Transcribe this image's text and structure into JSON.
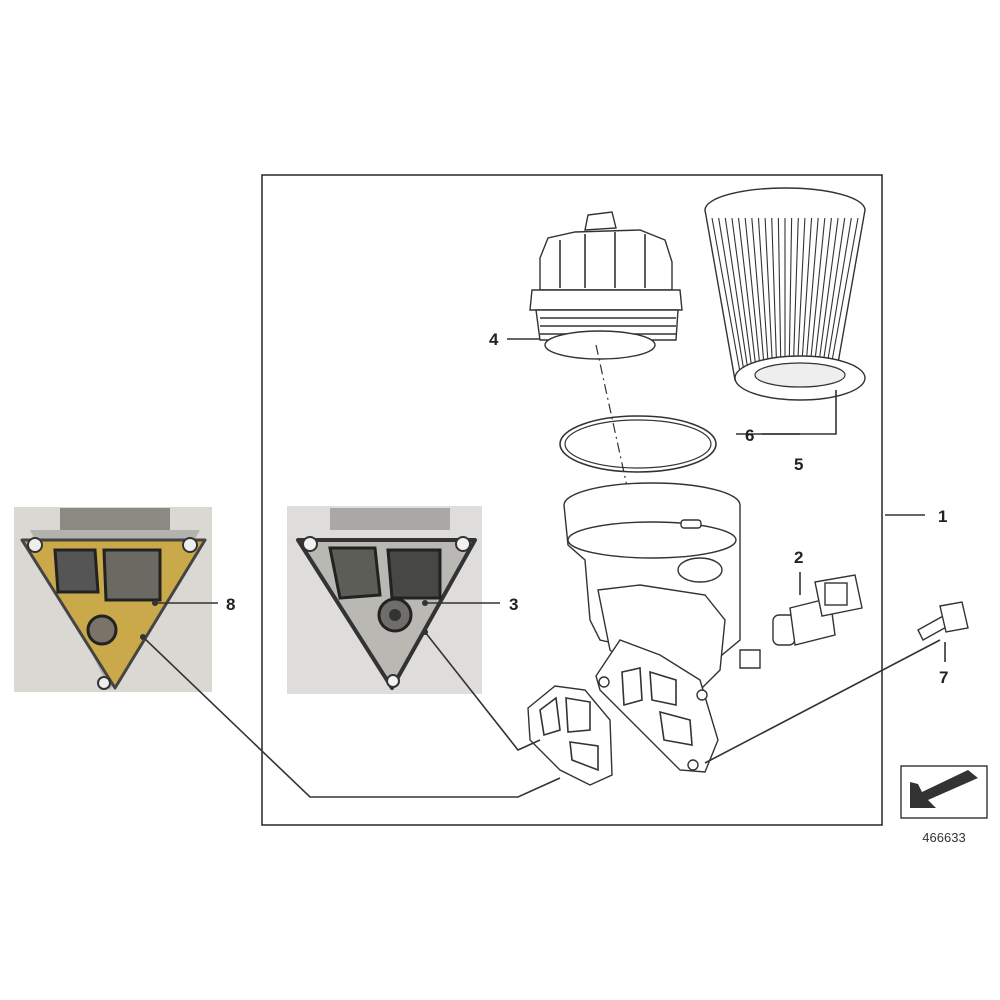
{
  "callouts": {
    "c1": "1",
    "c2": "2",
    "c3": "3",
    "c4": "4",
    "c5": "5",
    "c6": "6",
    "c7": "7",
    "c8": "8"
  },
  "diagram_ref": "466633",
  "icons": [
    "oil-filter-cap-icon",
    "oil-filter-element-icon",
    "o-ring-icon",
    "oil-filter-housing-icon",
    "oil-pressure-sensor-icon",
    "bolt-icon",
    "gasket-icon",
    "gasket-photo-icon",
    "direction-arrow-icon"
  ],
  "colors": {
    "line": "#333333",
    "photo_bg": "#dcdcd6",
    "gasket_gold": "#c9a94a"
  }
}
